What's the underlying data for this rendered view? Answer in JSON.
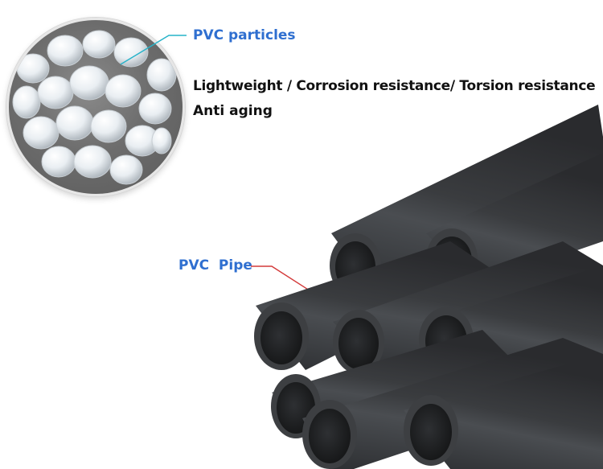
{
  "labels": {
    "particles": "PVC particles",
    "features_line_1": "Lightweight / Corrosion resistance/ Torsion resistance",
    "features_line_2": "Anti aging",
    "pipe": "PVC  Pipe"
  },
  "colors": {
    "label_blue": "#2f6fd0",
    "feature_text": "#111111",
    "pipe_body": "#3b3d40",
    "particles_leader": "#27b3c9",
    "pipe_leader": "#d33a3a"
  }
}
